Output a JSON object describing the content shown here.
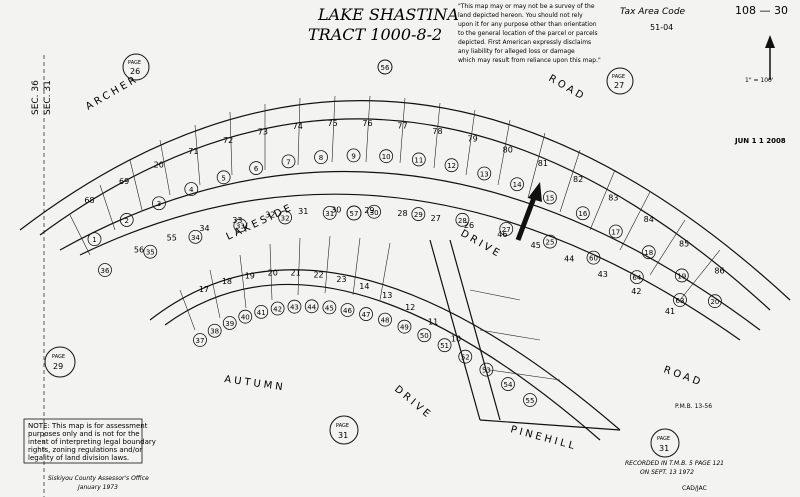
{
  "title": {
    "line1": "LAKE SHASTINA",
    "line2": "TRACT 1000-8-2"
  },
  "disclaimer": [
    "\"This map may or may not be a survey of the",
    "land depicted hereon. You should not rely",
    "upon it for any purpose other than orientation",
    "to the general location of the parcel or parcels",
    "depicted. First American expressly disclaims",
    "any liability for alleged loss or damage",
    "which may result from reliance upon this map.\""
  ],
  "tax_area": {
    "label": "Tax Area Code",
    "code": "51-04"
  },
  "book_page": "108 — 30",
  "scale_label": "1\" = 100'",
  "date_stamp": "JUN 1 1 2008",
  "section": {
    "left": "SEC. 36",
    "right": "SEC. 31"
  },
  "page_refs": [
    {
      "label": "PAGE",
      "num": "26"
    },
    {
      "label": "PAGE",
      "num": "27"
    },
    {
      "label": "PAGE",
      "num": "29"
    },
    {
      "label": "PAGE",
      "num": "31"
    },
    {
      "label": "PAGE",
      "num": "31"
    }
  ],
  "streets": {
    "archer": "ARCHER",
    "road": "ROAD",
    "lakeside": "LAKESIDE",
    "drive1": "DRIVE",
    "autumn": "AUTUMN",
    "drive2": "DRIVE",
    "road2": "ROAD",
    "pinehill": "PINEHILL"
  },
  "outer_lots": [
    "68",
    "69",
    "20",
    "71",
    "72",
    "73",
    "74",
    "75",
    "76",
    "77",
    "78",
    "79",
    "80",
    "81",
    "82",
    "83",
    "84",
    "85",
    "86"
  ],
  "outer_circles": [
    "1",
    "2",
    "3",
    "4",
    "5",
    "6",
    "7",
    "8",
    "9",
    "10",
    "11",
    "12",
    "13",
    "14",
    "15",
    "16",
    "17",
    "18",
    "19",
    "20"
  ],
  "mid_lots": [
    "56",
    "55",
    "34",
    "33",
    "32",
    "31",
    "30",
    "29",
    "28",
    "27",
    "26",
    "46",
    "45",
    "44",
    "43",
    "42",
    "41"
  ],
  "mid_circles": [
    "36",
    "35",
    "34",
    "33",
    "32",
    "31",
    "30",
    "29",
    "28",
    "27",
    "25",
    "60",
    "64",
    "63"
  ],
  "inner_lots": [
    "17",
    "18",
    "19",
    "20",
    "21",
    "22",
    "23",
    "14",
    "13",
    "12",
    "11",
    "10"
  ],
  "inner_circles": [
    "37",
    "38",
    "39",
    "40",
    "41",
    "42",
    "43",
    "44",
    "45",
    "46",
    "47",
    "48",
    "49",
    "50",
    "51",
    "52",
    "53",
    "54",
    "55"
  ],
  "center_circles": [
    "56",
    "57"
  ],
  "assessor_note": [
    "NOTE: This map is for assessment",
    "purposes only and is not for the",
    "intent of interpreting legal boundary",
    "rights, zoning regulations and/or",
    "legality of land division laws."
  ],
  "assessor_office": [
    "Siskiyou County Assessor's Office",
    "January 1973"
  ],
  "recorded": [
    "RECORDED IN T.M.B. 5 PAGE 121",
    "ON SEPT. 13 1972"
  ],
  "pmb": "P.M.B. 13-56",
  "cad": "CAD/JAC"
}
